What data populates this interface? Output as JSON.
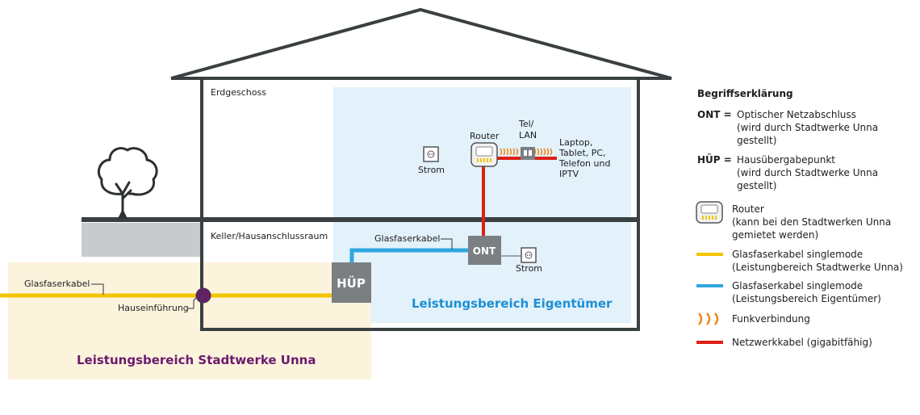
{
  "floors": {
    "ground": "Erdgeschoss",
    "basement": "Keller/Hausanschlussraum"
  },
  "devices": {
    "router": "Router",
    "tel_lan": [
      "Tel/",
      "LAN"
    ],
    "clients": [
      "Laptop,",
      "Tablet, PC,",
      "Telefon und",
      "IPTV"
    ],
    "strom_upper": "Strom",
    "strom_lower": "Strom",
    "ont": "ONT",
    "huep": "HÜP"
  },
  "cables": {
    "indoor": "Glasfaserkabel",
    "outdoor": "Glasfaserkabel",
    "entry": "Hauseinführung"
  },
  "zones": {
    "owner": "Leistungsbereich Eigentümer",
    "utility": "Leistungsbereich Stadtwerke Unna"
  },
  "legend": {
    "title": "Begriffserklärung",
    "ont_abbr": "ONT =",
    "ont_lines": [
      "Optischer Netzabschluss",
      "(wird durch Stadtwerke Unna",
      "gestellt)"
    ],
    "huep_abbr": "HÜP =",
    "huep_lines": [
      "Hausübergabepunkt",
      "(wird durch Stadtwerke Unna",
      "gestellt)"
    ],
    "router_lines": [
      "Router",
      "(kann bei den Stadtwerken Unna",
      "gemietet werden)"
    ],
    "yellow_lines": [
      "Glasfaserkabel singlemode",
      "(Leistungbereich Stadtwerke Unna)"
    ],
    "blue_lines": [
      "Glasfaserkabel singlemode",
      "(Leistungsbereich Eigentümer)"
    ],
    "radio": "Funkverbindung",
    "network": "Netzwerkkabel (gigabitfähig)"
  },
  "colors": {
    "wall": "#3a3f42",
    "owner_zone": "#e2f1fa",
    "utility_zone": "#fcf3dd",
    "owner_text": "#1d8fd4",
    "utility_text": "#6a1a6e",
    "fiber_yellow": "#f2c500",
    "fiber_blue": "#2ea6e0",
    "network_red": "#dd1f14",
    "radio_orange": "#f08a1c",
    "device_grey": "#7b7f82",
    "ground": "#c8cbcd",
    "entry_point": "#6b1a6f"
  },
  "icons": [
    "tree-icon",
    "power-outlet-icon",
    "router-icon",
    "ethernet-jack-icon",
    "radio-waves-icon"
  ]
}
